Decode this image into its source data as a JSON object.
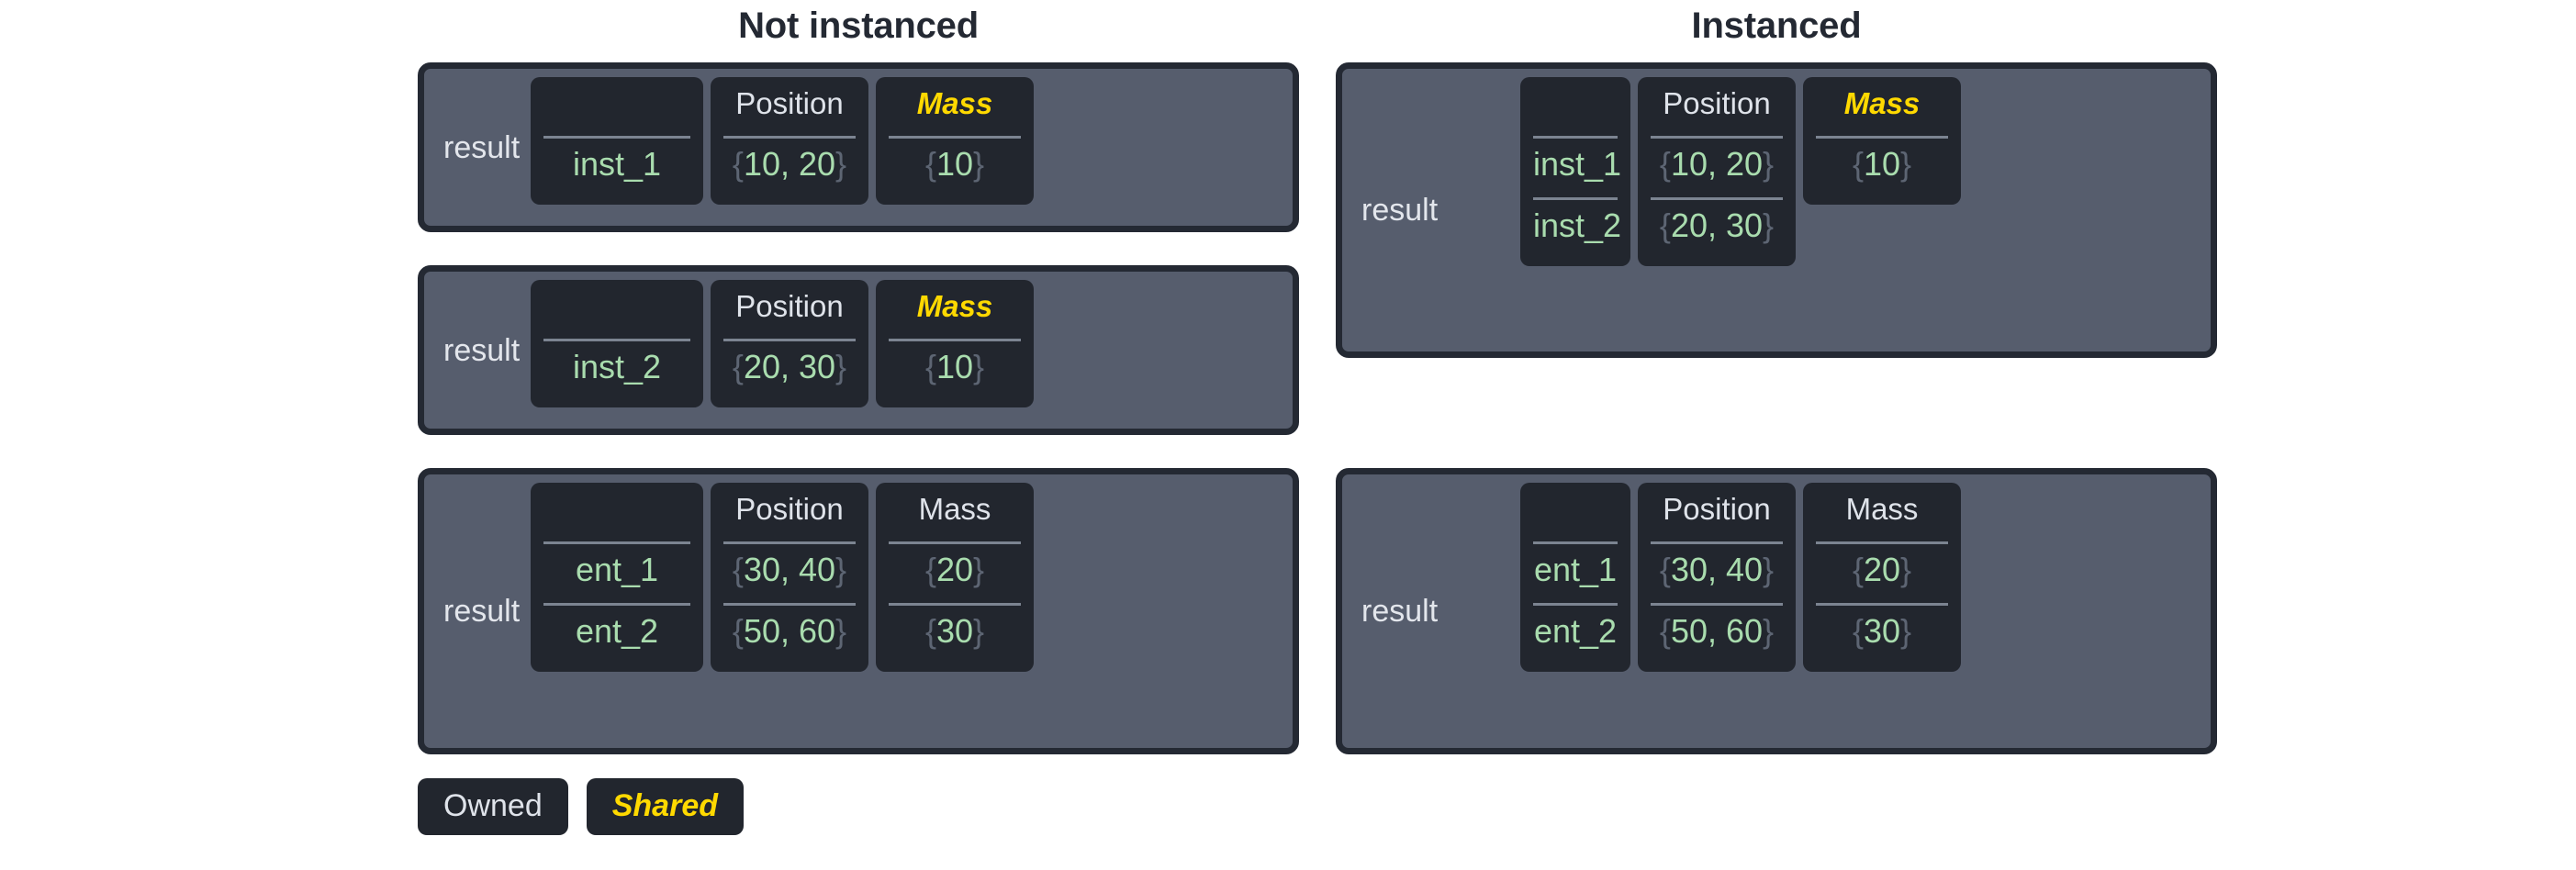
{
  "sections": {
    "left": {
      "title": "Not instanced"
    },
    "right": {
      "title": "Instanced"
    }
  },
  "labels": {
    "result": "result",
    "name_header": "",
    "position_header": "Position",
    "mass_header": "Mass"
  },
  "legend": {
    "owned_label": "Owned",
    "shared_label": "Shared"
  },
  "colors": {
    "page_background": "#ffffff",
    "title_text": "#242933",
    "table_background": "#565d6d",
    "table_border": "#242933",
    "column_background": "#22262e",
    "owned_text": "#dfe3ea",
    "shared_text": "#ffd900",
    "value_text": "#a9dcae",
    "brace_text": "#5d6573",
    "separator": "#7c8491"
  },
  "tables": {
    "not_instanced": [
      {
        "label": "result",
        "columns": [
          {
            "header": "",
            "kind": "owned"
          },
          {
            "header": "Position",
            "kind": "owned"
          },
          {
            "header": "Mass",
            "kind": "shared"
          }
        ],
        "rows": [
          {
            "name": "inst_1",
            "position": "{10, 20}",
            "mass": "{10}"
          }
        ]
      },
      {
        "label": "result",
        "columns": [
          {
            "header": "",
            "kind": "owned"
          },
          {
            "header": "Position",
            "kind": "owned"
          },
          {
            "header": "Mass",
            "kind": "shared"
          }
        ],
        "rows": [
          {
            "name": "inst_2",
            "position": "{20, 30}",
            "mass": "{10}"
          }
        ]
      },
      {
        "label": "result",
        "columns": [
          {
            "header": "",
            "kind": "owned"
          },
          {
            "header": "Position",
            "kind": "owned"
          },
          {
            "header": "Mass",
            "kind": "owned"
          }
        ],
        "rows": [
          {
            "name": "ent_1",
            "position": "{30, 40}",
            "mass": "{20}"
          },
          {
            "name": "ent_2",
            "position": "{50, 60}",
            "mass": "{30}"
          }
        ]
      }
    ],
    "instanced": [
      {
        "label": "result",
        "columns": [
          {
            "header": "",
            "kind": "owned"
          },
          {
            "header": "Position",
            "kind": "owned"
          },
          {
            "header": "Mass",
            "kind": "shared"
          }
        ],
        "rows": [
          {
            "name": "inst_1",
            "position": "{10, 20}",
            "mass": "{10}"
          },
          {
            "name": "inst_2",
            "position": "{20, 30}",
            "mass": null
          }
        ]
      },
      {
        "label": "result",
        "columns": [
          {
            "header": "",
            "kind": "owned"
          },
          {
            "header": "Position",
            "kind": "owned"
          },
          {
            "header": "Mass",
            "kind": "owned"
          }
        ],
        "rows": [
          {
            "name": "ent_1",
            "position": "{30, 40}",
            "mass": "{20}"
          },
          {
            "name": "ent_2",
            "position": "{50, 60}",
            "mass": "{30}"
          }
        ]
      }
    ]
  }
}
